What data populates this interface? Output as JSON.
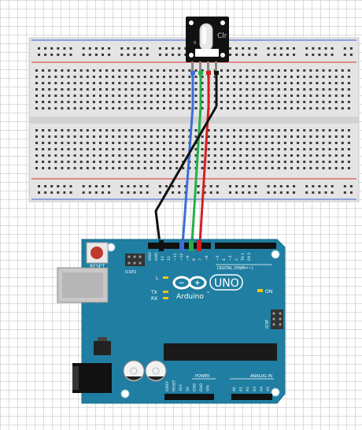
{
  "module": {
    "label": "Clr",
    "pin_label": "B",
    "color": "#111111"
  },
  "breadboard": {
    "color": "#e6e6e6",
    "rail_red": "#d9534f",
    "rail_blue": "#5b7bd5"
  },
  "wires": [
    {
      "name": "wire-blue",
      "color": "#3a6fd8"
    },
    {
      "name": "wire-green",
      "color": "#23b04a"
    },
    {
      "name": "wire-red",
      "color": "#d42020"
    },
    {
      "name": "wire-black",
      "color": "#111111"
    }
  ],
  "arduino": {
    "color": "#1f7ea1",
    "logo_text": "Arduino",
    "trademark": "™",
    "model": "UNO",
    "reset_label": "RESET",
    "icsp2_label": "ICSP2",
    "icsp_label": "ICSP",
    "led_l": "L",
    "led_tx": "TX",
    "led_rx": "RX",
    "on_label": "ON",
    "digital_label": "DIGITAL (PWM=~)",
    "power_label": "POWER",
    "analog_label": "ANALOG IN",
    "top_pin_labels": [
      "AREF",
      "GND",
      "13",
      "12",
      "~11",
      "~10",
      "~9",
      "8",
      "7",
      "~6",
      "~5",
      "4",
      "~3",
      "2",
      "TX 1",
      "RX 0"
    ],
    "power_pin_labels": [
      "IOREF",
      "RESET",
      "3V3",
      "5V",
      "GND",
      "GND",
      "VIN"
    ],
    "analog_pin_labels": [
      "A0",
      "A1",
      "A2",
      "A3",
      "A4",
      "A5"
    ]
  }
}
